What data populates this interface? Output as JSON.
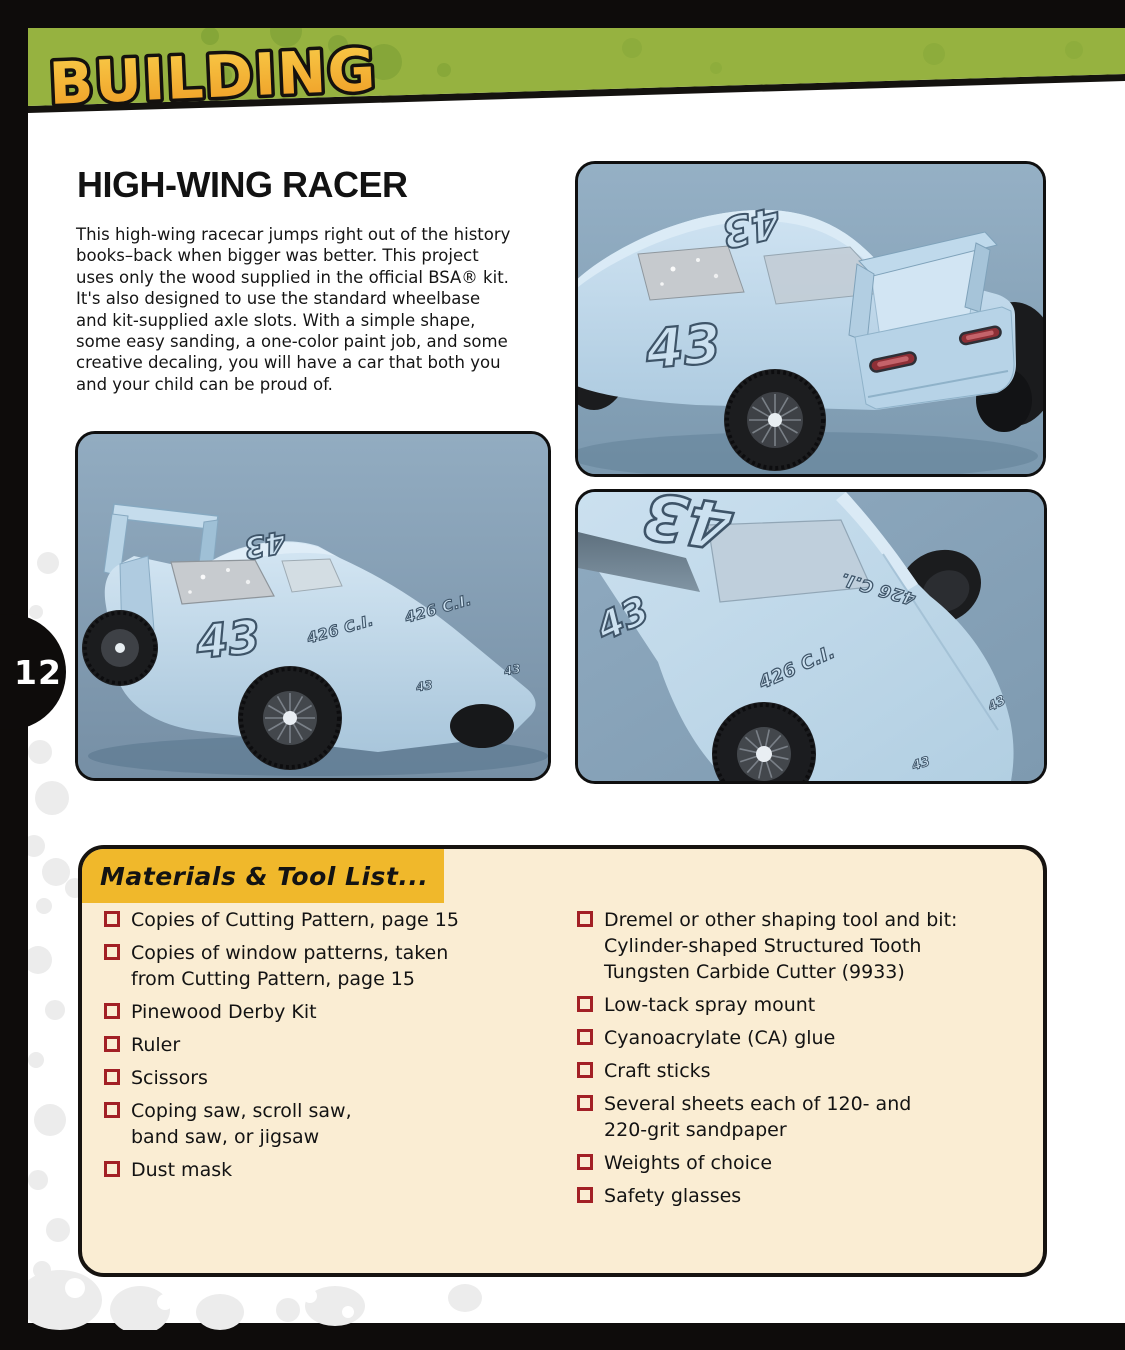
{
  "banner": {
    "title": "BUILDING"
  },
  "page_number": "12",
  "article": {
    "title": "HIGH-WING RACER",
    "body": "This high-wing racecar jumps right out of the history\nbooks–back when bigger was better. This project\nuses only the wood supplied in the official BSA® kit.\nIt's also designed to use the standard wheelbase\nand kit-supplied axle slots. With a simple shape,\nsome easy sanding, a one-color paint job, and some\ncreative decaling, you will have a car that both you\nand your child can be proud of."
  },
  "photos": {
    "decal_number": "43",
    "engine_decal": "426 C.I."
  },
  "materials": {
    "header": "Materials & Tool List...",
    "col_left": [
      "Copies of Cutting Pattern, page 15",
      "Copies of window patterns, taken\nfrom Cutting Pattern, page 15",
      "Pinewood Derby Kit",
      "Ruler",
      "Scissors",
      "Coping saw, scroll saw,\nband saw, or jigsaw",
      "Dust mask"
    ],
    "col_right": [
      "Dremel or other shaping tool and bit:\nCylinder-shaped Structured Tooth\nTungsten Carbide Cutter (9933)",
      "Low-tack spray mount",
      "Cyanoacrylate (CA) glue",
      "Craft sticks",
      "Several sheets each of 120- and\n220-grit sandpaper",
      "Weights of choice",
      "Safety glasses"
    ]
  },
  "colors": {
    "banner_green": "#96B240",
    "building_letters_top": "#F9CC49",
    "building_letters_bottom": "#EE9C25",
    "header_yellow": "#F0B82B",
    "panel_cream": "#FAEDD3",
    "checkbox_red": "#A22025",
    "car_blue": "#C2DAEB",
    "photo_background": "#87A3B8",
    "page_black": "#0E0C0B"
  }
}
